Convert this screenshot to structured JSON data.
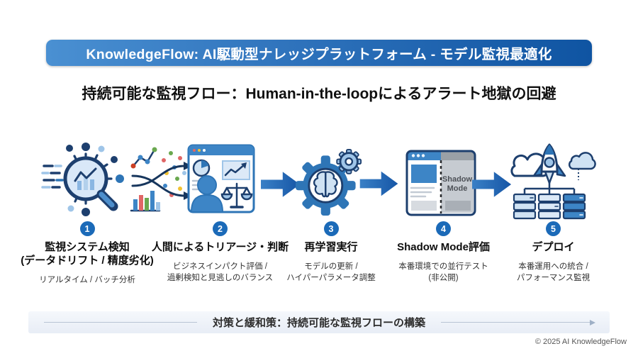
{
  "header": {
    "title": "KnowledgeFlow: AI駆動型ナレッジプラットフォーム - モデル監視最適化"
  },
  "subtitle": "持続可能な監視フロー：Human-in-the-loopによるアラート地獄の回避",
  "steps": [
    {
      "number": "1",
      "icon": "monitoring-network-magnifier-icon",
      "title": "監視システム検知",
      "title_line2": "(データドリフト / 精度劣化)",
      "sub1": "リアルタイム / バッチ分析"
    },
    {
      "number": "2",
      "icon": "human-triage-dashboard-icon",
      "title": "人間によるトリアージ・判断",
      "sub1": "ビジネスインパクト評価 /",
      "sub2": "過剰検知と見逃しのバランス"
    },
    {
      "number": "3",
      "icon": "gear-brain-icon",
      "title": "再学習実行",
      "sub1": "モデルの更新 /",
      "sub2": "ハイパーパラメータ調整"
    },
    {
      "number": "4",
      "icon": "shadow-mode-window-icon",
      "title": "Shadow Mode評価",
      "sub1": "本番環境での並行テスト",
      "sub2": "(非公開)"
    },
    {
      "number": "5",
      "icon": "rocket-deploy-servers-icon",
      "title": "デプロイ",
      "sub1": "本番運用への統合 /",
      "sub2": "パフォーマンス監視"
    }
  ],
  "shadow_icon_text": {
    "line1": "Shadow",
    "line2": "Mode"
  },
  "other_icons": [
    "scatter-crossing-arrows-icon",
    "flow-arrow-icon"
  ],
  "footer": {
    "banner": "対策と緩和策：持続可能な監視フローの構築",
    "copyright": "© 2025 AI KnowledgeFlow"
  },
  "colors": {
    "header_gradient_start": "#4a90d2",
    "header_gradient_end": "#0f54a2",
    "accent_blue": "#2e75b6",
    "badge_blue": "#1b6ab8",
    "navy_outline": "#1d3f6e",
    "light_blue": "#cfe2f3"
  }
}
